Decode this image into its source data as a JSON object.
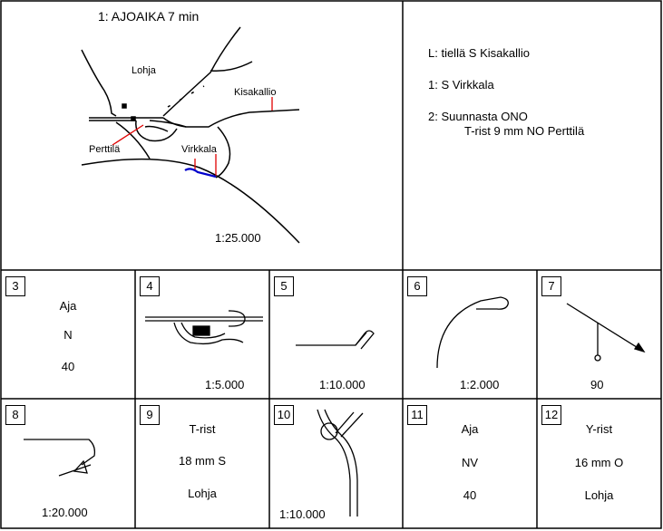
{
  "top": {
    "title": "1: AJOAIKA 7  min",
    "map_labels": {
      "lohja": "Lohja",
      "kisakallio": "Kisakallio",
      "perttila": "Perttilä",
      "virkkala": "Virkkala"
    },
    "scale": "1:25.000"
  },
  "instructions": {
    "line1": "L: tiellä S Kisakallio",
    "line2": "1: S Virkkala",
    "line3a": "2: Suunnasta ONO",
    "line3b": "T-rist 9 mm NO Perttilä"
  },
  "cells": {
    "c3": {
      "num": "3",
      "t1": "Aja",
      "t2": "N",
      "t3": "40"
    },
    "c4": {
      "num": "4",
      "scale": "1:5.000"
    },
    "c5": {
      "num": "5",
      "scale": "1:10.000"
    },
    "c6": {
      "num": "6",
      "scale": "1:2.000"
    },
    "c7": {
      "num": "7",
      "value": "90"
    },
    "c8": {
      "num": "8",
      "scale": "1:20.000"
    },
    "c9": {
      "num": "9",
      "t1": "T-rist",
      "t2": "18 mm S",
      "t3": "Lohja"
    },
    "c10": {
      "num": "10",
      "scale": "1:10.000"
    },
    "c11": {
      "num": "11",
      "t1": "Aja",
      "t2": "NV",
      "t3": "40"
    },
    "c12": {
      "num": "12",
      "t1": "Y-rist",
      "t2": "16 mm O",
      "t3": "Lohja"
    }
  },
  "colors": {
    "line": "#000000",
    "marker_red": "#e00000",
    "route_blue": "#0000cc"
  }
}
